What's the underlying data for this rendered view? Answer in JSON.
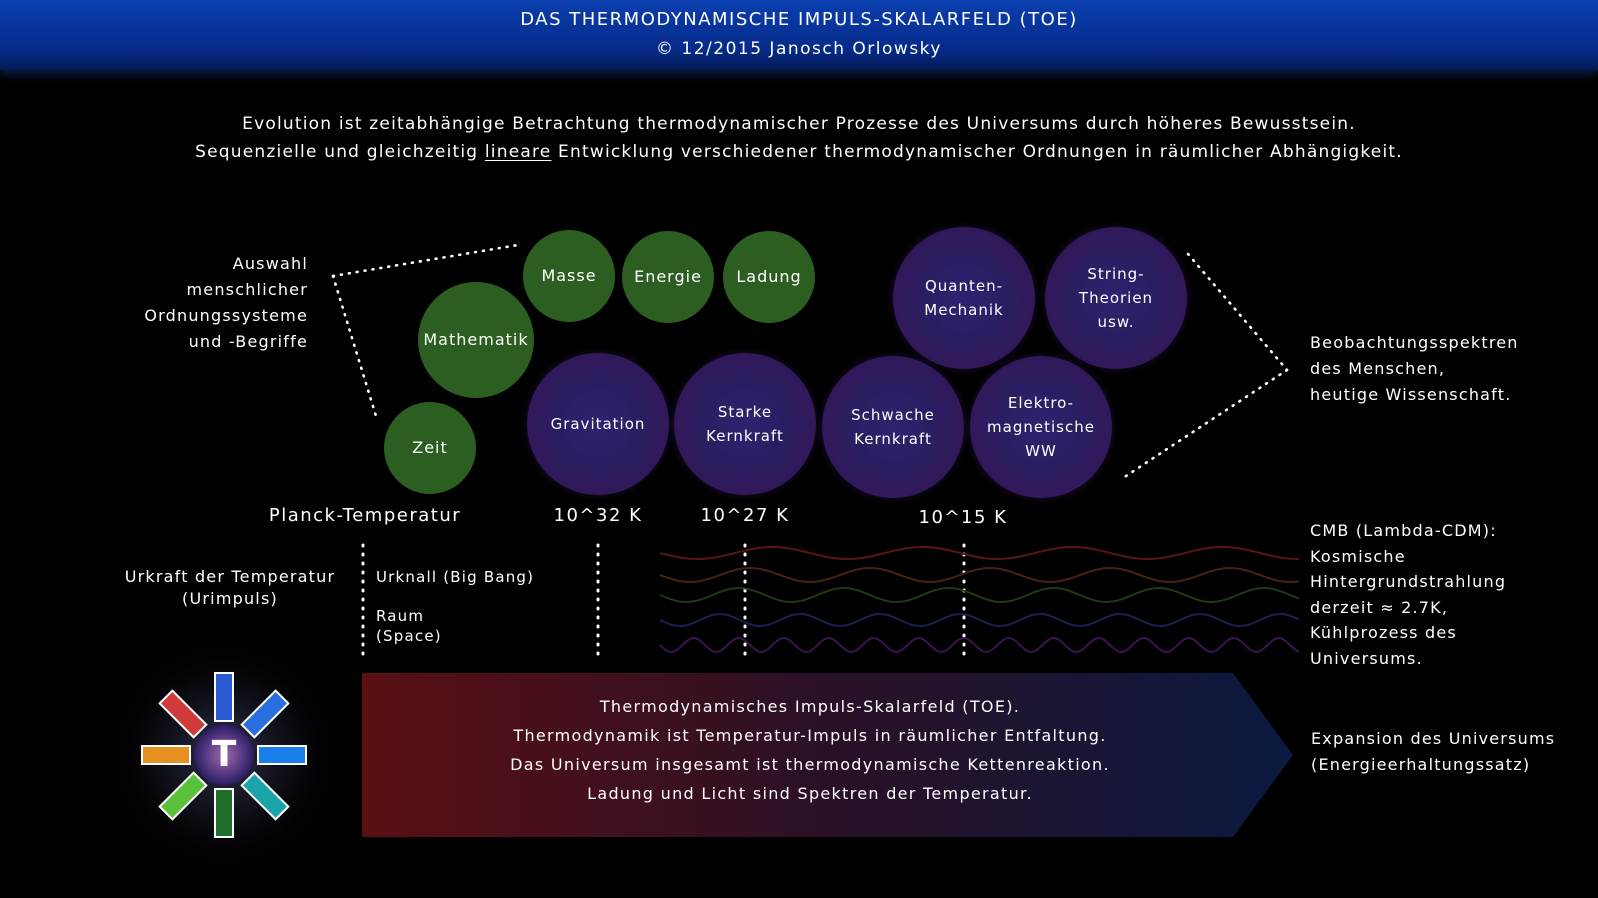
{
  "header": {
    "title": "DAS THERMODYNAMISCHE IMPULS-SKALARFELD (TOE)",
    "copyright": "© 12/2015 Janosch Orlowsky"
  },
  "intro": {
    "line1": "Evolution ist zeitabhängige Betrachtung thermodynamischer Prozesse des Universums durch höheres Bewusstsein.",
    "line2_before": "Sequenzielle und gleichzeitig ",
    "line2_underlined": "lineare",
    "line2_after": " Entwicklung verschiedener thermodynamischer Ordnungen in räumlicher Abhängigkeit."
  },
  "left_label": [
    "Auswahl",
    "menschlicher",
    "Ordnungssysteme",
    "und -Begriffe"
  ],
  "right_label": [
    "Beobachtungsspektren",
    "des Menschen,",
    "heutige Wissenschaft."
  ],
  "green_circles": {
    "masse": "Masse",
    "energie": "Energie",
    "ladung": "Ladung",
    "mathematik": "Mathematik",
    "zeit": "Zeit"
  },
  "purple_circles": {
    "quanten": [
      "Quanten-",
      "Mechanik"
    ],
    "string": [
      "String-",
      "Theorien",
      "usw."
    ],
    "gravitation": [
      "Gravitation"
    ],
    "starke": [
      "Starke",
      "Kernkraft"
    ],
    "schwache": [
      "Schwache",
      "Kernkraft"
    ],
    "elektro": [
      "Elektro-",
      "magnetische",
      "WW"
    ]
  },
  "temperatures": {
    "planck": "Planck-Temperatur",
    "t32": "10^32 K",
    "t27": "10^27 K",
    "t15": "10^15 K"
  },
  "urkraft": [
    "Urkraft der Temperatur",
    "(Urimpuls)"
  ],
  "urknall": "Urknall (Big Bang)",
  "raum": [
    "Raum",
    "(Space)"
  ],
  "cmb": [
    "CMB (Lambda-CDM):",
    "Kosmische",
    "Hintergrundstrahlung",
    "derzeit ≈ 2.7K,",
    "Kühlprozess des",
    "Universums."
  ],
  "arrow_text": [
    "Thermodynamisches Impuls-Skalarfeld (TOE).",
    "Thermodynamik ist Temperatur-Impuls in räumlicher Entfaltung.",
    "Das Universum insgesamt ist thermodynamische Kettenreaktion.",
    "Ladung und Licht sind Spektren der Temperatur."
  ],
  "expansion": [
    "Expansion des Universums",
    "(Energieerhaltungssatz)"
  ],
  "logo_letter": "T",
  "colors": {
    "green": "#2c5e22",
    "purple": "#2e2370",
    "header_blue": "#0b3fb0",
    "arrow_red": "#5a0f12",
    "arrow_blue": "#0a1a40"
  }
}
